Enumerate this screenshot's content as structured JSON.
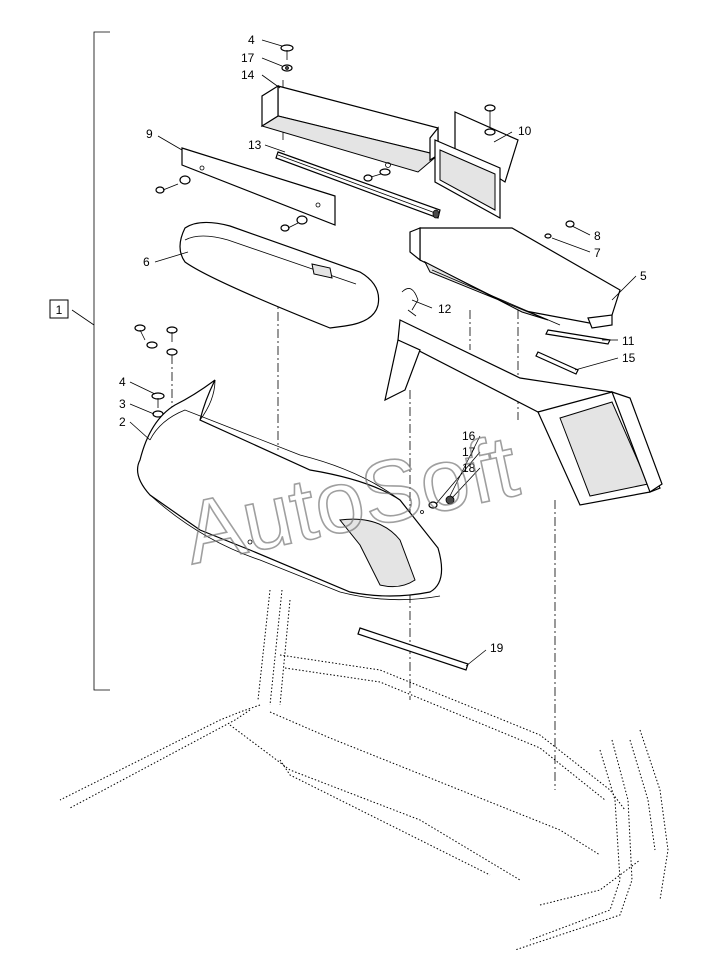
{
  "diagram": {
    "assembly_callout": "1",
    "callouts": [
      {
        "id": "c4a",
        "text": "4"
      },
      {
        "id": "c17a",
        "text": "17"
      },
      {
        "id": "c14",
        "text": "14"
      },
      {
        "id": "c9",
        "text": "9"
      },
      {
        "id": "c13",
        "text": "13"
      },
      {
        "id": "c10",
        "text": "10"
      },
      {
        "id": "c8",
        "text": "8"
      },
      {
        "id": "c7",
        "text": "7"
      },
      {
        "id": "c6",
        "text": "6"
      },
      {
        "id": "c5",
        "text": "5"
      },
      {
        "id": "c12",
        "text": "12"
      },
      {
        "id": "c11",
        "text": "11"
      },
      {
        "id": "c15",
        "text": "15"
      },
      {
        "id": "c4b",
        "text": "4"
      },
      {
        "id": "c3",
        "text": "3"
      },
      {
        "id": "c2",
        "text": "2"
      },
      {
        "id": "c16",
        "text": "16"
      },
      {
        "id": "c17b",
        "text": "17"
      },
      {
        "id": "c18",
        "text": "18"
      },
      {
        "id": "c19",
        "text": "19"
      }
    ],
    "watermark": "AutoSoft"
  }
}
